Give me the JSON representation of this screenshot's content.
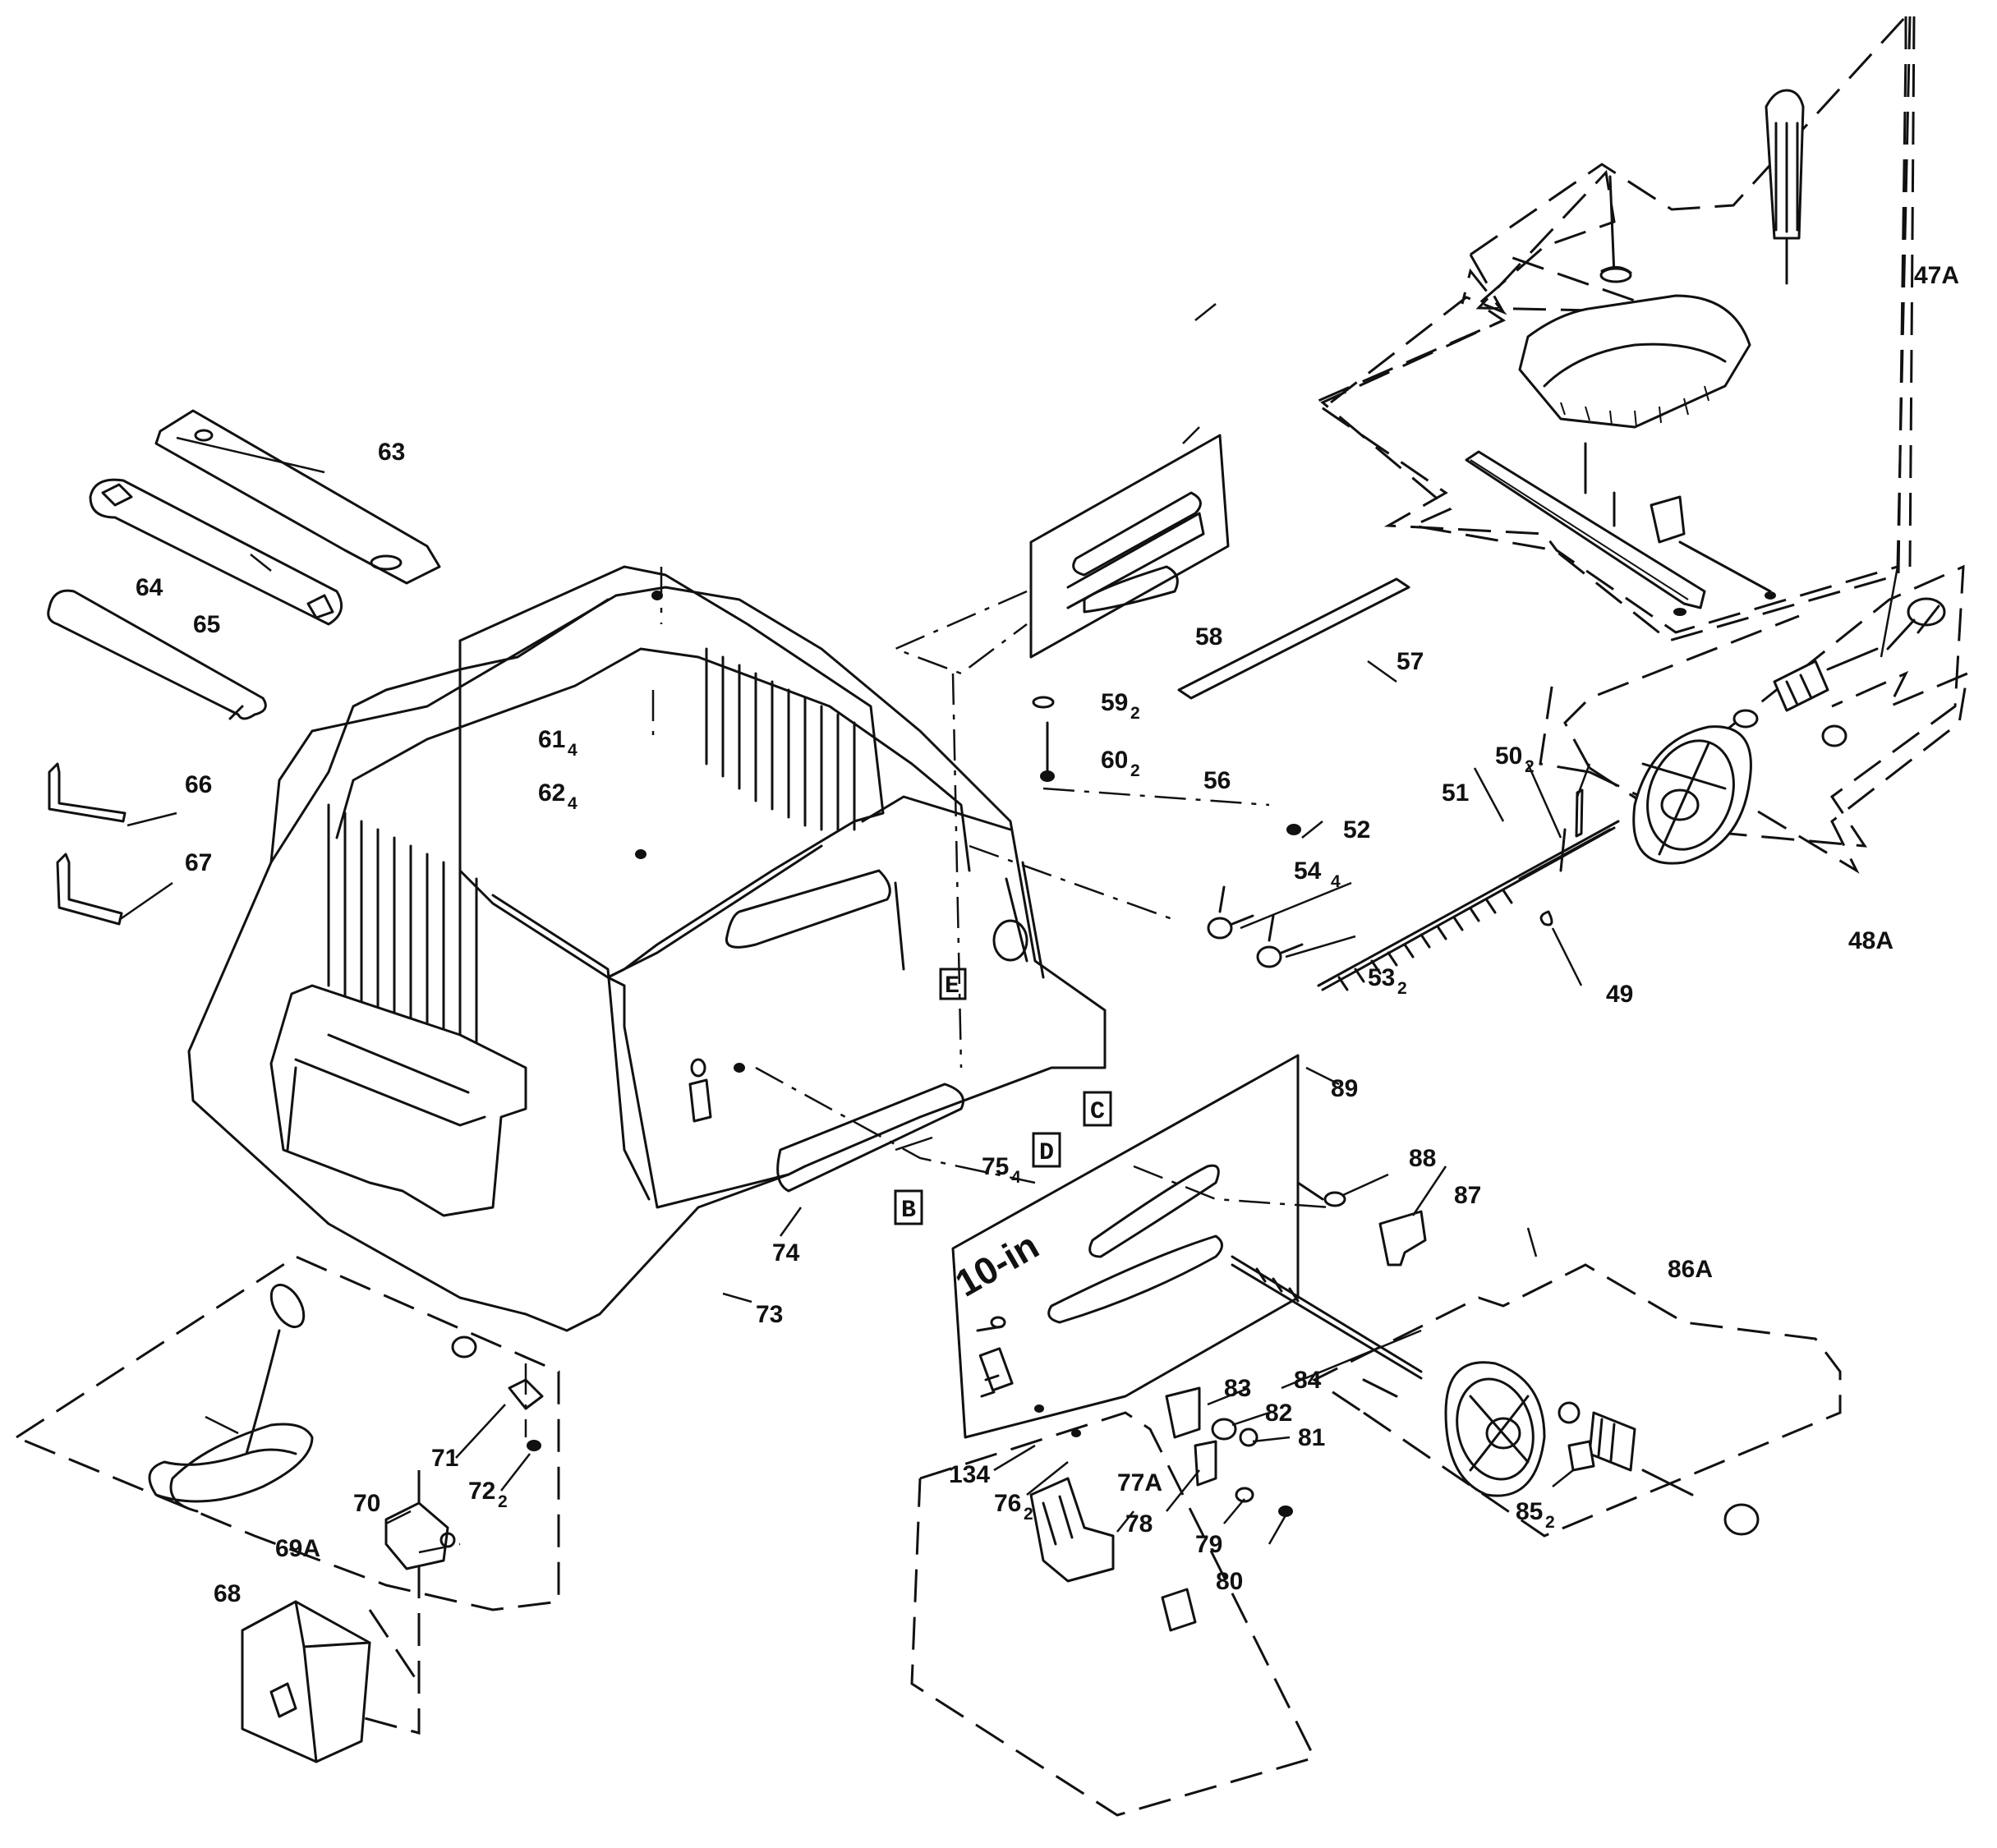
{
  "labels": {
    "p47A": "47A",
    "p48A": "48A",
    "p49": "49",
    "p50": "50",
    "p50s": "2",
    "p51": "51",
    "p52": "52",
    "p53": "53",
    "p53s": "2",
    "p54": "54",
    "p54s": "4",
    "p56": "56",
    "p57": "57",
    "p58": "58",
    "p59": "59",
    "p59s": "2",
    "p60": "60",
    "p60s": "2",
    "p61": "61",
    "p61s": "4",
    "p62": "62",
    "p62s": "4",
    "p63": "63",
    "p64": "64",
    "p65": "65",
    "p66": "66",
    "p67": "67",
    "p68": "68",
    "p69A": "69A",
    "p70": "70",
    "p71": "71",
    "p72": "72",
    "p72s": "2",
    "p73": "73",
    "p74": "74",
    "p75": "75",
    "p75s": "4",
    "p76": "76",
    "p76s": "2",
    "p77A": "77A",
    "p78": "78",
    "p79": "79",
    "p80": "80",
    "p81": "81",
    "p82": "82",
    "p83": "83",
    "p84": "84",
    "p85": "85",
    "p85s": "2",
    "p86A": "86A",
    "p87": "87",
    "p88": "88",
    "p89": "89",
    "p134": "134"
  },
  "reference_boxes": {
    "b": "B",
    "c": "C",
    "d": "D",
    "e": "E"
  },
  "panel_marking": "10-in"
}
